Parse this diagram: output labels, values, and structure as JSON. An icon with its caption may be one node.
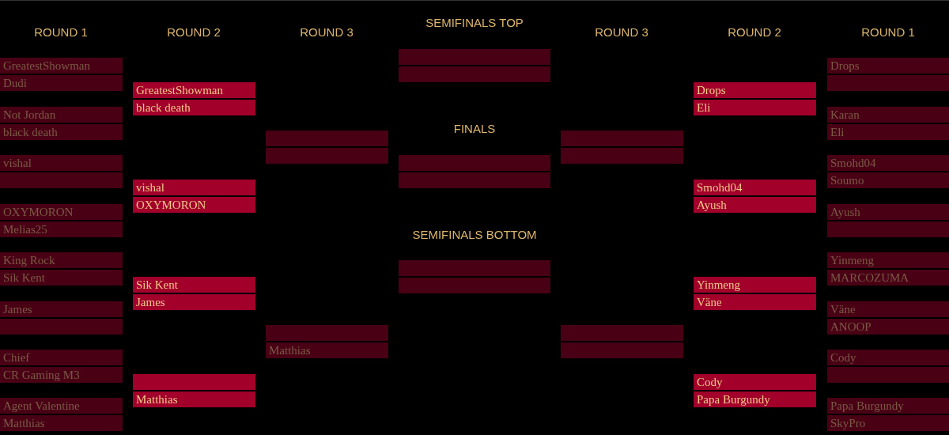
{
  "diagram": {
    "nodes": [
      {
        "text": [
          "GreatestShowman"
        ]
      },
      {
        "text": [
          "Dudi"
        ]
      },
      {
        "text": [
          "Not Jordan"
        ]
      },
      {
        "text": [
          "black death"
        ]
      },
      {
        "text": [
          "vishal"
        ]
      },
      {
        "text": [],
        "shape": "bar"
      },
      {
        "text": [
          "OXYMORON"
        ]
      },
      {
        "text": [
          "Melias25"
        ]
      },
      {
        "text": [
          "King Rock"
        ]
      },
      {
        "text": [
          "Sik Kent"
        ]
      },
      {
        "text": [
          "James"
        ]
      },
      {
        "text": [],
        "shape": "bar"
      },
      {
        "text": [
          "Chief"
        ]
      },
      {
        "text": [
          "CR Gaming M3"
        ]
      },
      {
        "text": [
          "Agent Valentine"
        ]
      },
      {
        "text": [
          "Matthias"
        ]
      },
      {
        "text": [
          "GreatestShowman"
        ]
      },
      {
        "text": [
          "black death"
        ]
      },
      {
        "text": [
          "vishal"
        ]
      },
      {
        "text": [
          "OXYMORON"
        ]
      },
      {
        "text": [
          "Sik Kent"
        ]
      },
      {
        "text": [
          "James"
        ]
      },
      {
        "text": [],
        "shape": "bar"
      },
      {
        "text": [
          "Matthias"
        ]
      },
      {
        "text": [],
        "shape": "bar"
      },
      {
        "text": [],
        "shape": "bar"
      },
      {
        "text": [],
        "shape": "bar"
      },
      {
        "text": [
          "Matthias"
        ]
      },
      {
        "text": [],
        "shape": "bar"
      },
      {
        "text": [],
        "shape": "bar"
      },
      {
        "text": [],
        "shape": "bar"
      },
      {
        "text": [],
        "shape": "bar"
      },
      {
        "text": [],
        "shape": "bar"
      },
      {
        "text": [],
        "shape": "bar"
      },
      {
        "text": [],
        "shape": "bar"
      },
      {
        "text": [],
        "shape": "bar"
      },
      {
        "text": [],
        "shape": "bar"
      },
      {
        "text": [],
        "shape": "bar"
      },
      {
        "text": [
          "Drops"
        ]
      },
      {
        "text": [
          "Eli"
        ]
      },
      {
        "text": [
          "Smohd04"
        ]
      },
      {
        "text": [
          "Ayush"
        ]
      },
      {
        "text": [
          "Yinmeng"
        ]
      },
      {
        "text": [
          "Väne"
        ]
      },
      {
        "text": [
          "Cody"
        ]
      },
      {
        "text": [
          "Papa Burgundy"
        ]
      },
      {
        "text": [
          "Drops"
        ]
      },
      {
        "text": [],
        "shape": "bar"
      },
      {
        "text": [
          "Karan"
        ]
      },
      {
        "text": [
          "Eli"
        ]
      },
      {
        "text": [
          "Smohd04"
        ]
      },
      {
        "text": [
          "Soumo"
        ]
      },
      {
        "text": [
          "Ayush"
        ]
      },
      {
        "text": [],
        "shape": "bar"
      },
      {
        "text": [
          "Yinmeng"
        ]
      },
      {
        "text": [
          "MARCOZUMA"
        ]
      },
      {
        "text": [
          "Väne"
        ]
      },
      {
        "text": [
          "ANOOP"
        ]
      },
      {
        "text": [
          "Cody"
        ]
      },
      {
        "text": [],
        "shape": "bar"
      },
      {
        "text": [
          "Papa Burgundy"
        ]
      },
      {
        "text": [
          "SkyPro"
        ]
      }
    ],
    "labels": [
      "ROUND 1",
      "ROUND 2",
      "ROUND 3",
      "SEMIFINALS TOP",
      "ROUND 3",
      "ROUND 2",
      "ROUND 1",
      "FINALS",
      "SEMIFINALS BOTTOM"
    ]
  }
}
